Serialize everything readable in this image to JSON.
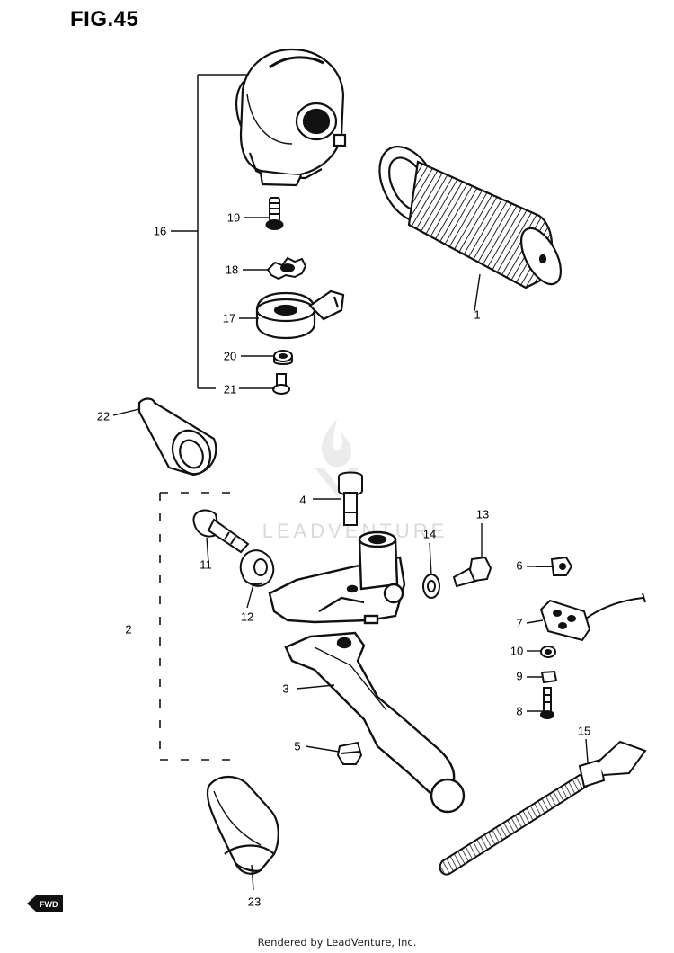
{
  "figure": {
    "title": "FIG.45",
    "footer": "Rendered by LeadVenture, Inc.",
    "watermark": "LEADVENTURE",
    "fwd_label": "FWD",
    "ink_color": "#111111"
  },
  "parts": [
    {
      "id": "1",
      "label": "1"
    },
    {
      "id": "2",
      "label": "2"
    },
    {
      "id": "3",
      "label": "3"
    },
    {
      "id": "4",
      "label": "4"
    },
    {
      "id": "5",
      "label": "5"
    },
    {
      "id": "6",
      "label": "6"
    },
    {
      "id": "7",
      "label": "7"
    },
    {
      "id": "8",
      "label": "8"
    },
    {
      "id": "9",
      "label": "9"
    },
    {
      "id": "10",
      "label": "10"
    },
    {
      "id": "11",
      "label": "11"
    },
    {
      "id": "12",
      "label": "12"
    },
    {
      "id": "13",
      "label": "13"
    },
    {
      "id": "14",
      "label": "14"
    },
    {
      "id": "15",
      "label": "15"
    },
    {
      "id": "16",
      "label": "16"
    },
    {
      "id": "17",
      "label": "17"
    },
    {
      "id": "18",
      "label": "18"
    },
    {
      "id": "19",
      "label": "19"
    },
    {
      "id": "20",
      "label": "20"
    },
    {
      "id": "21",
      "label": "21"
    },
    {
      "id": "22",
      "label": "22"
    },
    {
      "id": "23",
      "label": "23"
    }
  ]
}
